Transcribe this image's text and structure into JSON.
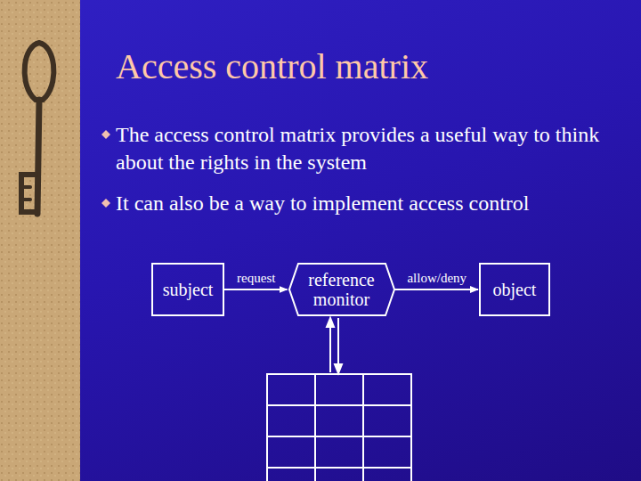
{
  "diagram": {
    "title": "Access control matrix",
    "nodes": [
      {
        "text": [
          "subject"
        ]
      },
      {
        "text": [
          "reference monitor"
        ]
      },
      {
        "text": [
          "object"
        ]
      }
    ],
    "edges": [
      {
        "from": 0,
        "to": 1,
        "label": "request",
        "arrow": "to"
      },
      {
        "from": 1,
        "to": 2,
        "label": "allow/deny",
        "arrow": "to"
      }
    ],
    "labels": [
      "The access control matrix provides a useful way to think about the rights in the system",
      "It can also be a way to implement access control"
    ]
  }
}
